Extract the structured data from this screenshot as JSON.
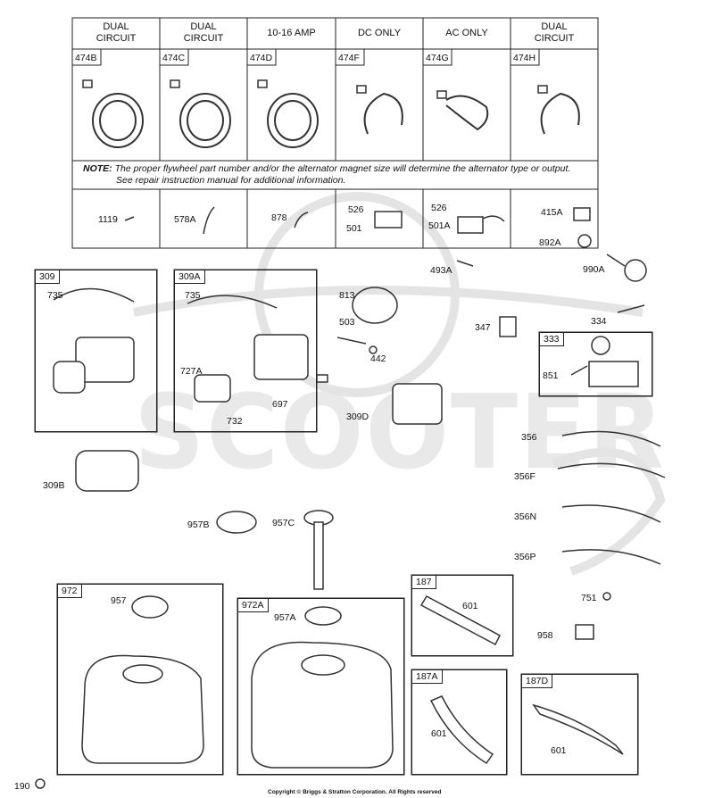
{
  "watermark": {
    "text": "SCOOTER",
    "color": "#e6e6e6"
  },
  "table": {
    "headers": [
      "DUAL\nCIRCUIT",
      "DUAL\nCIRCUIT",
      "10-16 AMP",
      "DC ONLY",
      "AC ONLY",
      "DUAL\nCIRCUIT"
    ],
    "codes": [
      "474B",
      "474C",
      "474D",
      "474F",
      "474G",
      "474H"
    ],
    "note_label": "NOTE:",
    "note_line1": " The proper flywheel part number and/or the alternator magnet size will determine the alternator type or output.",
    "note_line2": "See repair instruction manual for additional information.",
    "row3": {
      "c1": "1119",
      "c2": "578A",
      "c3": "878",
      "c4a": "526",
      "c4b": "501",
      "c5a": "526",
      "c5b": "501A"
    }
  },
  "parts": {
    "p415A": "415A",
    "p892A": "892A",
    "p990A": "990A",
    "p493A": "493A",
    "p309": "309",
    "p735a": "735",
    "p309A": "309A",
    "p735b": "735",
    "p727A": "727A",
    "p697": "697",
    "p732": "732",
    "p813": "813",
    "p503": "503",
    "p442": "442",
    "p309D": "309D",
    "p347": "347",
    "p334": "334",
    "p333": "333",
    "p851": "851",
    "p309B": "309B",
    "p356": "356",
    "p356F": "356F",
    "p356N": "356N",
    "p356P": "356P",
    "p957B": "957B",
    "p957C": "957C",
    "p972": "972",
    "p957": "957",
    "p972A": "972A",
    "p957A": "957A",
    "p187": "187",
    "p601a": "601",
    "p751": "751",
    "p958": "958",
    "p187A": "187A",
    "p601b": "601",
    "p187D": "187D",
    "p601c": "601",
    "p190": "190"
  },
  "copyright": "Copyright © Briggs & Stratton Corporation. All Rights reserved"
}
